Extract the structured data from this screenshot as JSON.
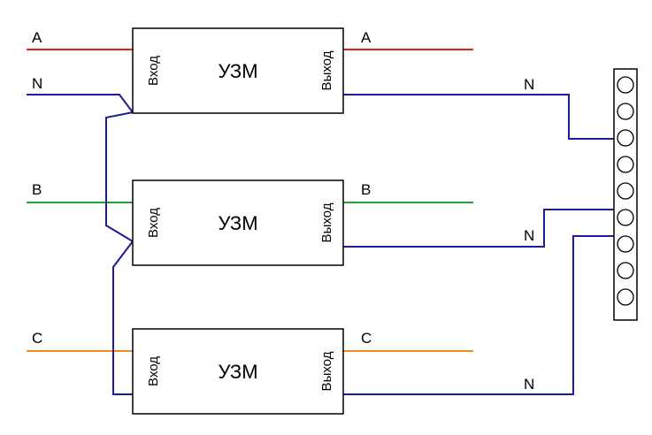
{
  "colors": {
    "phase_a": "#e02020",
    "phase_b": "#22a040",
    "phase_c": "#f08a20",
    "neutral": "#1a1a9a",
    "outline": "#000000"
  },
  "devices": [
    {
      "title": "УЗМ",
      "input_label": "Вход",
      "output_label": "Выход"
    },
    {
      "title": "УЗМ",
      "input_label": "Вход",
      "output_label": "Выход"
    },
    {
      "title": "УЗМ",
      "input_label": "Вход",
      "output_label": "Выход"
    }
  ],
  "phases": [
    {
      "in_label": "A",
      "out_label": "A"
    },
    {
      "in_label": "B",
      "out_label": "B"
    },
    {
      "in_label": "C",
      "out_label": "C"
    }
  ],
  "neutral_in_label": "N",
  "neutral_out_labels": [
    "N",
    "N",
    "N"
  ],
  "busbar": {
    "terminal_count": 9
  }
}
